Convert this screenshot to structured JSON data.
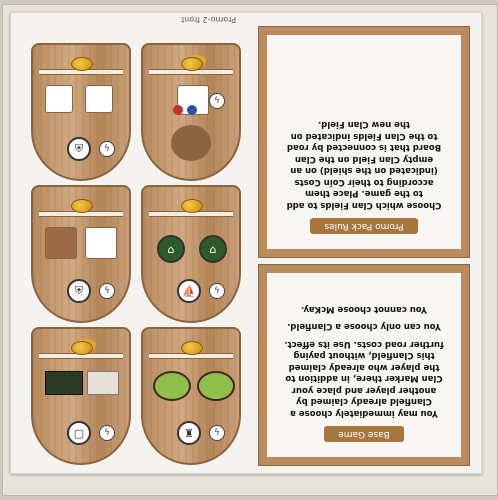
{
  "card": {
    "label": "Promo-2 front"
  },
  "rules": {
    "promo_title": "Promo Pack Rules",
    "promo_text": "Choose which Clan Fields to add to the game. Place them according to their Coin Costs (indicated on the shield) on an empty Clan Field on the Clan Board that is connected by road to the Clan Fields indicated on the new Clan Field.",
    "base_title": "Base Game",
    "base_text": "You may immediately choose a Clanfield already claimed by another player and place your Clan Marker there, in addition to the player who already claimed this Clanfield, without paying further road costs. Use its effect.",
    "base_note1": "You can only choose a Clanfield.",
    "base_note2": "You cannot choose McKay."
  },
  "icons": [
    "coin-icon",
    "lightning-icon",
    "shield-icon",
    "crown-icon",
    "barrel-icon",
    "cow-icon",
    "ship-icon",
    "tent-icon",
    "card-icon",
    "whisky-icon"
  ],
  "colors": {
    "wood": "#c79c72",
    "wood_dark": "#8a6540",
    "coin": "#f0b93a",
    "green": "#2e5a2e"
  }
}
